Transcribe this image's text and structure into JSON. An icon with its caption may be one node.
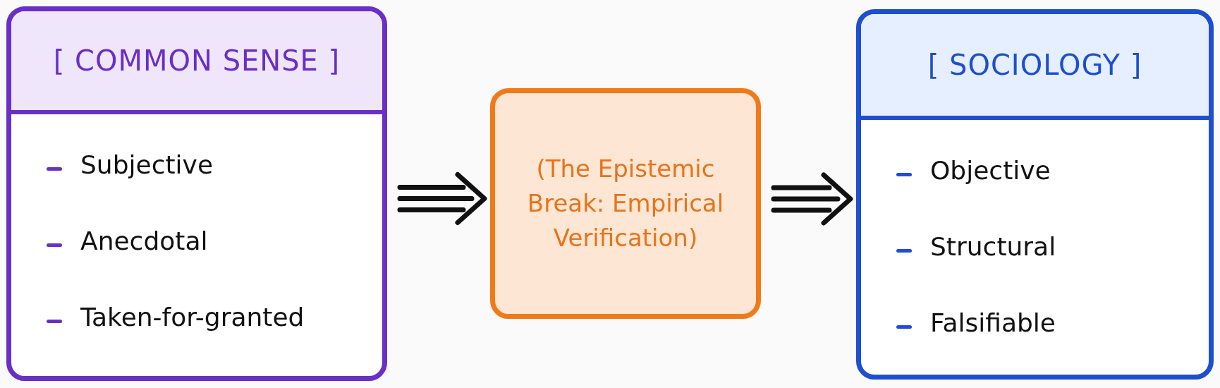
{
  "diagram": {
    "nodes": [
      {
        "text": [
          "[ COMMON SENSE ]",
          "Subjective",
          "Anecdotal",
          "Taken-for-granted"
        ]
      },
      {
        "text": [
          "(The Epistemic Break: Empirical Verification)"
        ]
      },
      {
        "text": [
          "[ SOCIOLOGY ]",
          "Objective",
          "Structural",
          "Falsifiable"
        ]
      }
    ],
    "edges": [
      {
        "from": 0,
        "to": 1,
        "arrow": "to"
      },
      {
        "from": 1,
        "to": 2,
        "arrow": "to"
      }
    ]
  }
}
